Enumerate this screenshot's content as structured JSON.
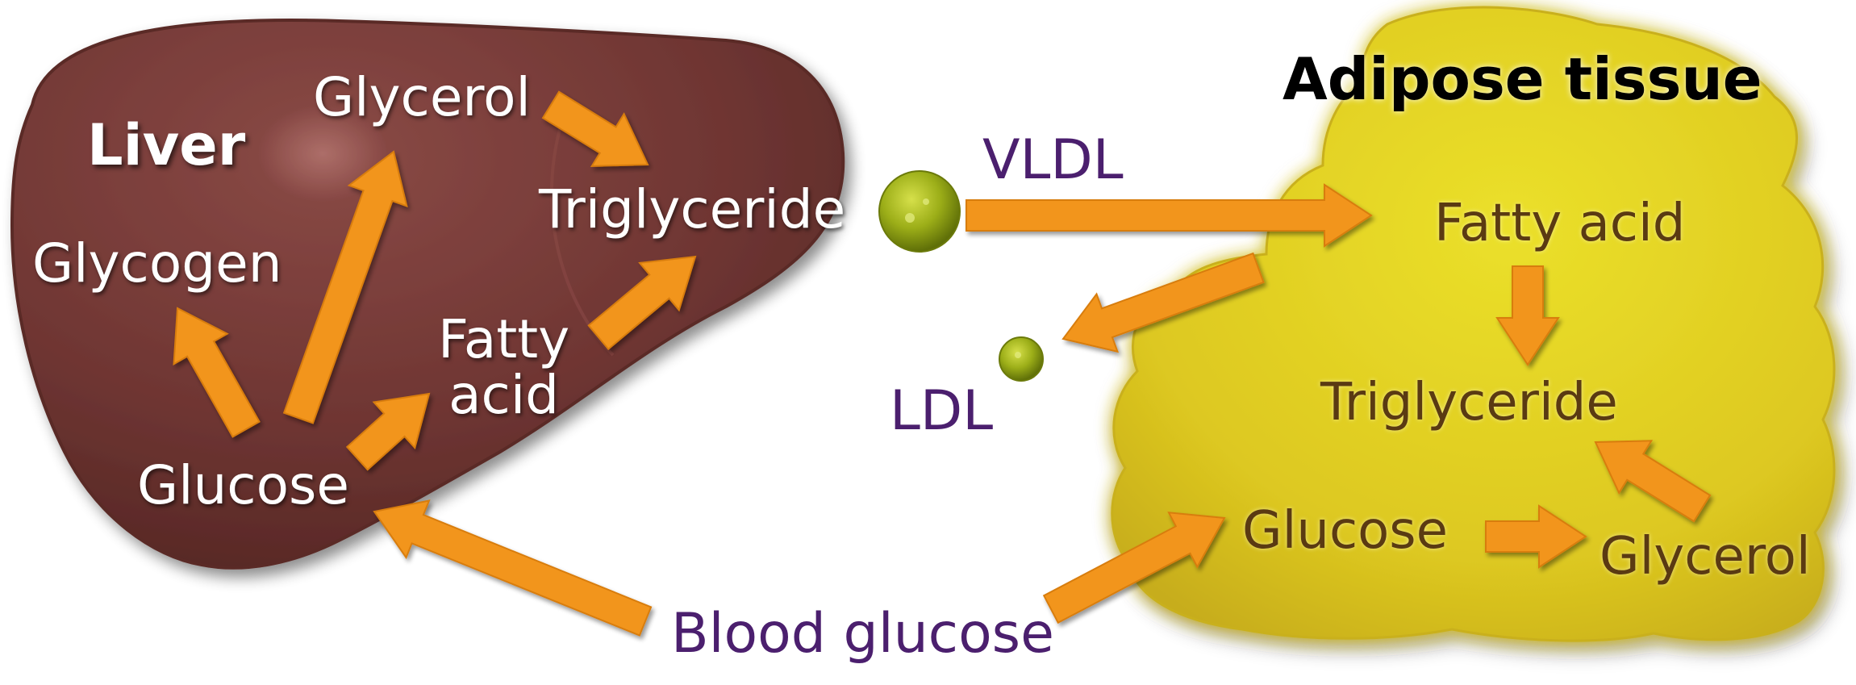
{
  "liver": {
    "title": "Liver",
    "glycerol": "Glycerol",
    "triglyceride": "Triglyceride",
    "glycogen": "Glycogen",
    "fatty_acid_line1": "Fatty",
    "fatty_acid_line2": "acid",
    "glucose": "Glucose"
  },
  "adipose": {
    "title": "Adipose tissue",
    "fatty_acid": "Fatty acid",
    "triglyceride": "Triglyceride",
    "glucose": "Glucose",
    "glycerol": "Glycerol"
  },
  "transport": {
    "vldl": "VLDL",
    "ldl": "LDL",
    "blood_glucose": "Blood glucose"
  },
  "colors": {
    "arrow": "#f2951c",
    "liver": "#6e3532",
    "adipose": "#ddc820",
    "label_purple": "#4b1f6e",
    "adipose_text": "#5a3a12",
    "lipoprotein": "#8da112"
  },
  "icons": [
    "lipoprotein-vldl-icon",
    "lipoprotein-ldl-icon",
    "liver-shape",
    "adipose-tissue-shape"
  ]
}
